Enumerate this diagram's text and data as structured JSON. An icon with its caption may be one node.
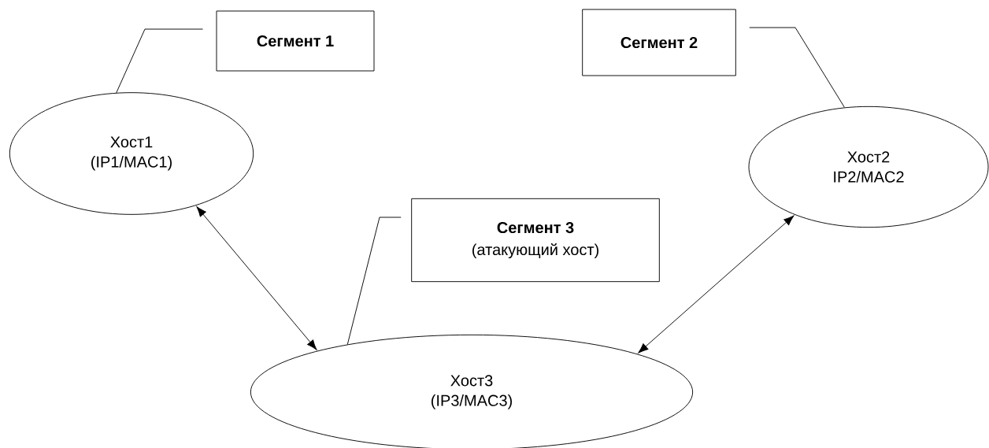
{
  "diagram": {
    "nodes": [
      {
        "text": [
          "Сегмент 1"
        ]
      },
      {
        "text": [
          "Сегмент 2"
        ]
      },
      {
        "text": [
          "Хост1",
          "(IP1/MAC1)"
        ]
      },
      {
        "text": [
          "Хост2",
          "IP2/MAC2"
        ]
      },
      {
        "text": [
          "Сегмент 3",
          "(атакующий хост)"
        ]
      },
      {
        "text": [
          "Хост3",
          "(IP3/MAC3)"
        ]
      }
    ],
    "edges": [
      {
        "from": 0,
        "to": 2,
        "arrow": "none"
      },
      {
        "from": 1,
        "to": 3,
        "arrow": "none"
      },
      {
        "from": 4,
        "to": 5,
        "arrow": "none"
      },
      {
        "from": 2,
        "to": 5,
        "arrow": "both"
      },
      {
        "from": 3,
        "to": 5,
        "arrow": "both"
      }
    ]
  }
}
